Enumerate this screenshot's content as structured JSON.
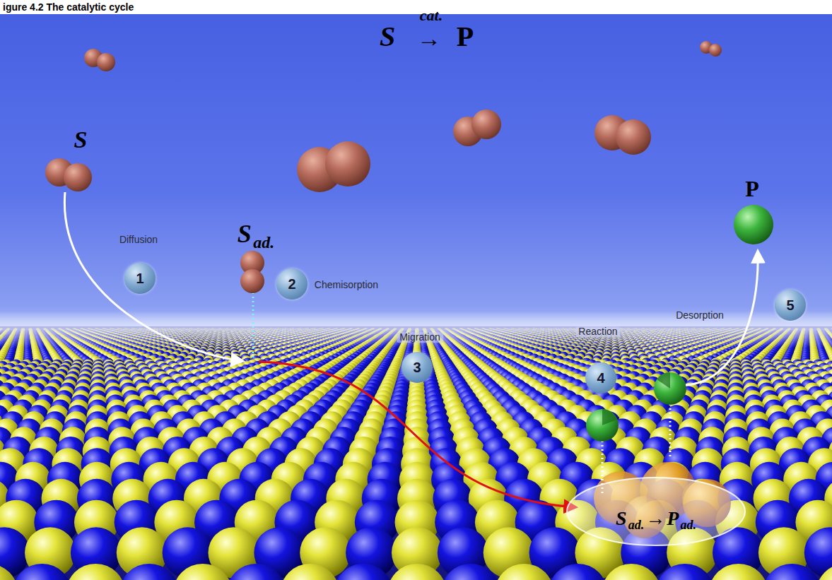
{
  "diagram": {
    "title": "igure 4.2 The catalytic cycle",
    "nodes": [
      {
        "text": [
          "1"
        ]
      },
      {
        "text": [
          "2"
        ]
      },
      {
        "text": [
          "3"
        ]
      },
      {
        "text": [
          "4"
        ]
      },
      {
        "text": [
          "5"
        ]
      },
      {
        "text": [
          "S ad. → P ad."
        ]
      }
    ],
    "labels": [
      "S",
      "cat.",
      "→",
      "P",
      "S",
      "Diffusion",
      "S ad.",
      "Chemisorption",
      "Migration",
      "Reaction",
      "Desorption",
      "P"
    ]
  }
}
